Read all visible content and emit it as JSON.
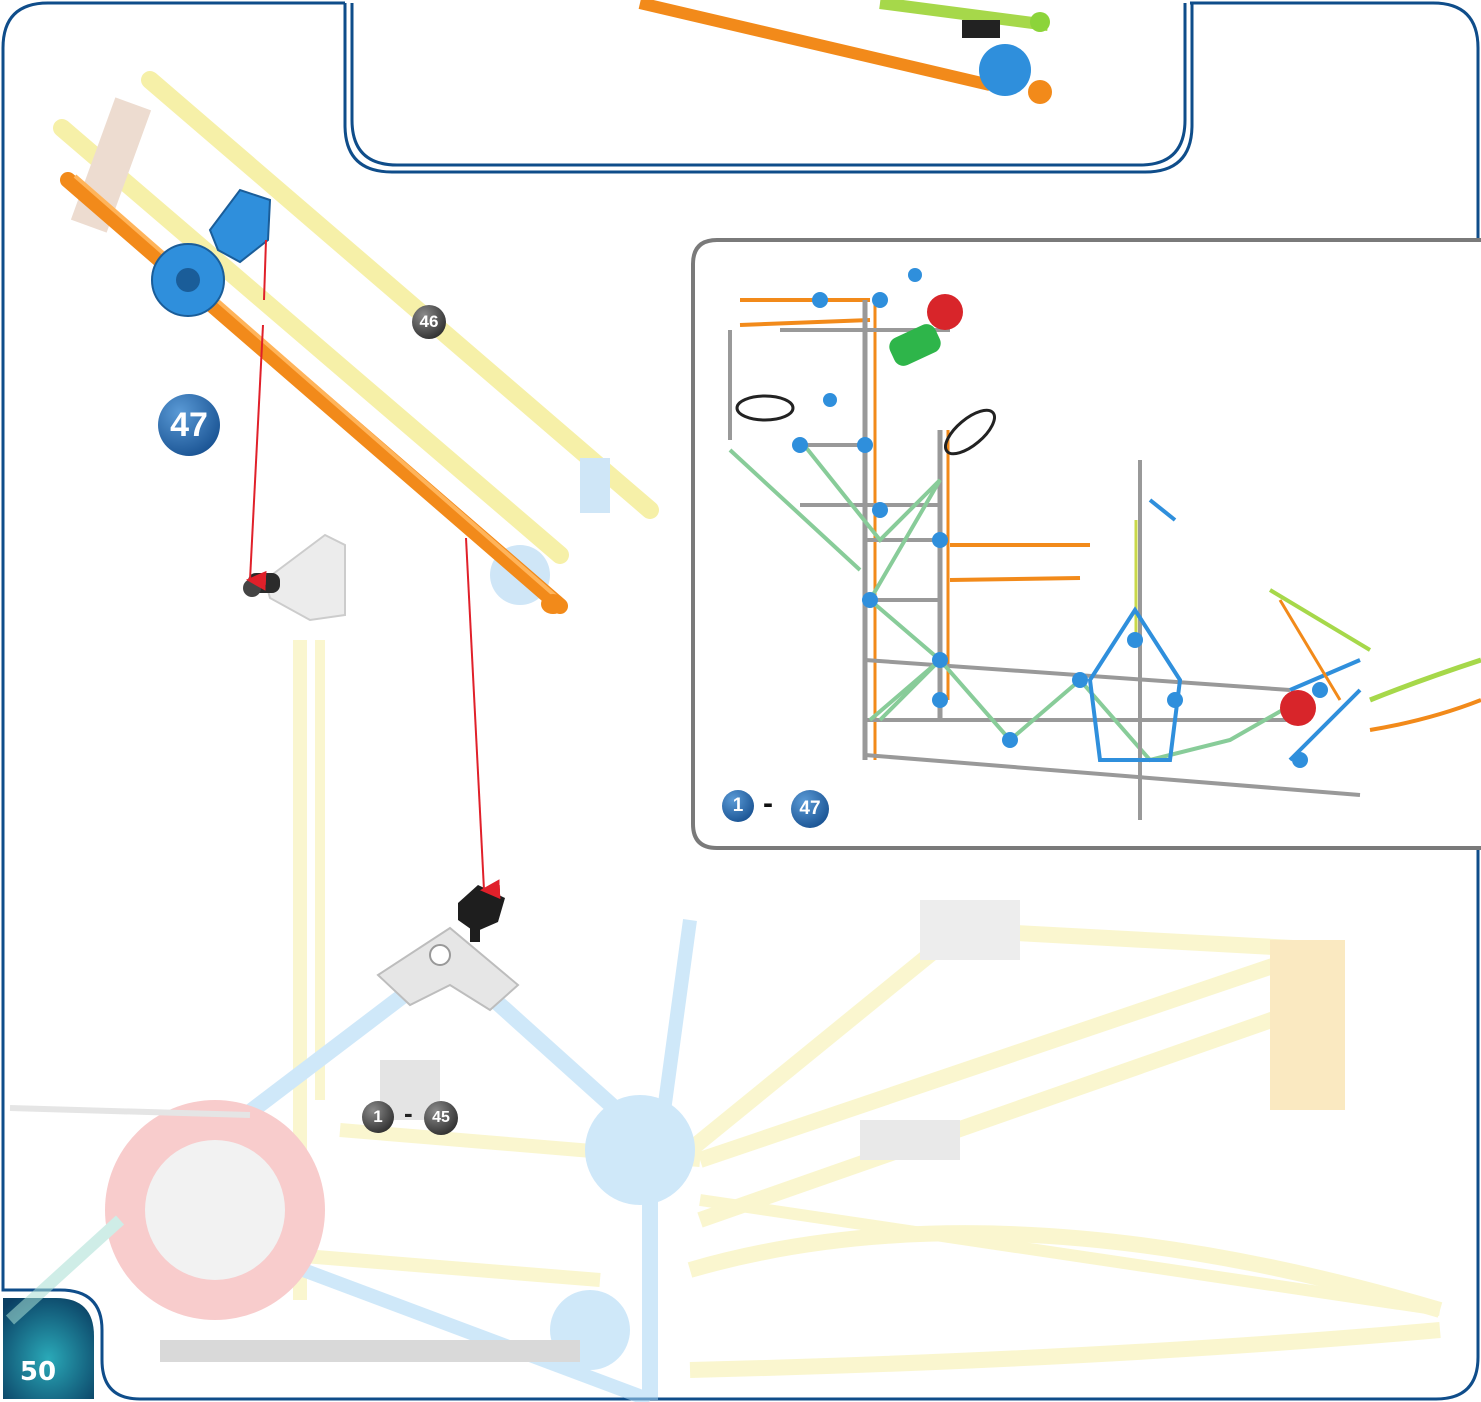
{
  "page": {
    "number": "50",
    "step": "47",
    "sub_step": "46",
    "overview_range": {
      "from": "1",
      "dash": "-",
      "to": "47"
    },
    "context_range": {
      "from": "1",
      "dash": "-",
      "to": "45"
    }
  },
  "colors": {
    "frame_blue": "#0f4d8a",
    "badge_blue": "#1f5fa6",
    "badge_dark": "#3a3a3a",
    "arrow_red": "#e0202a",
    "rod_orange": "#f28a1a",
    "rod_yellow_faded": "#f6f0a8",
    "connector_blue": "#2f8fdc",
    "overview_border": "#7a7a7a",
    "page_tab": "#0c5a7a"
  }
}
